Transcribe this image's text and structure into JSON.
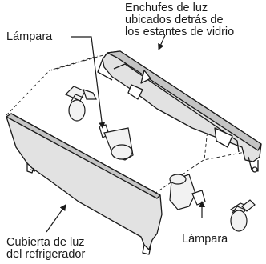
{
  "labels": {
    "sockets": [
      "Enchufes de luz",
      "ubicados detrás de",
      "los estantes de vidrio"
    ],
    "lamp_top": "Lámpara",
    "cover": [
      "Cubierta de luz",
      "del refrigerador"
    ],
    "lamp_bottom": "Lámpara"
  },
  "colors": {
    "line": "#1a1a1a",
    "panel_fill": "#e2e2e2",
    "panel_shade": "#c4c4c4",
    "bulb_fill": "#f2f2f2",
    "background": "#ffffff"
  }
}
